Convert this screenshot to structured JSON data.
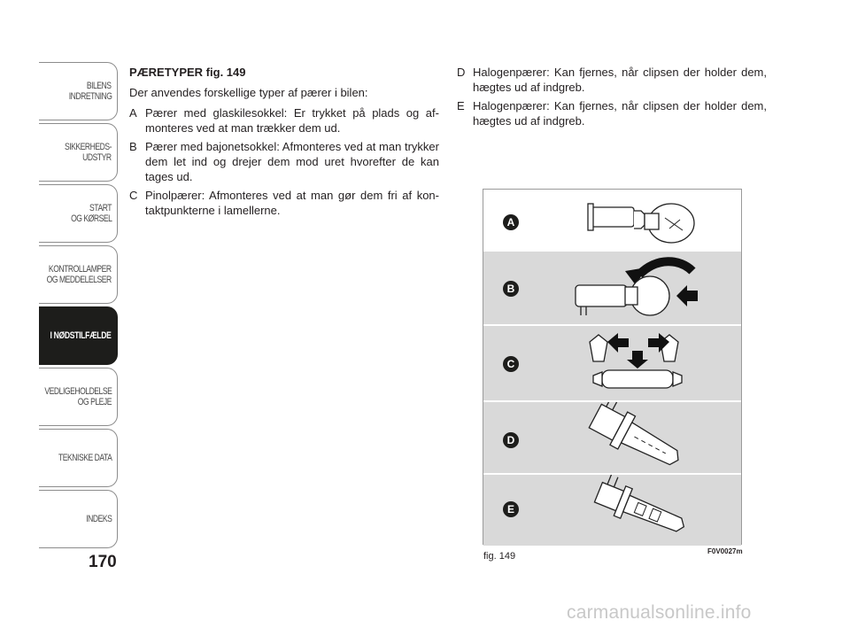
{
  "sidebar": {
    "tabs": [
      {
        "lines": [
          "BILENS",
          "INDRETNING"
        ],
        "active": false
      },
      {
        "lines": [
          "SIKKERHEDS-",
          "UDSTYR"
        ],
        "active": false
      },
      {
        "lines": [
          "START",
          "OG KØRSEL"
        ],
        "active": false
      },
      {
        "lines": [
          "KONTROLLAMPER",
          "OG MEDDELELSER"
        ],
        "active": false
      },
      {
        "lines": [
          "I NØDSTILFÆLDE"
        ],
        "active": true
      },
      {
        "lines": [
          "VEDLIGEHOLDELSE",
          "OG PLEJE"
        ],
        "active": false
      },
      {
        "lines": [
          "TEKNISKE DATA"
        ],
        "active": false
      },
      {
        "lines": [
          "INDEKS"
        ],
        "active": false
      }
    ],
    "page_number": "170"
  },
  "content": {
    "heading": "PÆRETYPER fig. 149",
    "intro": "Der anvendes forskellige typer af pærer i bilen:",
    "items_left": [
      {
        "key": "A",
        "text": "Pærer med glaskilesokkel: Er trykket på plads og af­monteres ved at man trækker dem ud."
      },
      {
        "key": "B",
        "text": "Pærer med bajonetsokkel: Afmonteres ved at man tryk­ker dem let ind og drejer dem mod uret hvorefter de kan tages ud."
      },
      {
        "key": "C",
        "text": "Pinolpærer: Afmonteres ved at man gør dem fri af kon­taktpunkterne i lamellerne."
      }
    ],
    "items_right": [
      {
        "key": "D",
        "text": "Halogenpærer: Kan fjernes, når clipsen der holder dem, hægtes ud af indgreb."
      },
      {
        "key": "E",
        "text": "Halogenpærer: Kan fjernes, når clipsen der holder dem, hægtes ud af indgreb."
      }
    ]
  },
  "figure": {
    "panels": [
      "A",
      "B",
      "C",
      "D",
      "E"
    ],
    "caption": "fig. 149",
    "code": "F0V0027m"
  },
  "watermark": "carmanualsonline.info"
}
